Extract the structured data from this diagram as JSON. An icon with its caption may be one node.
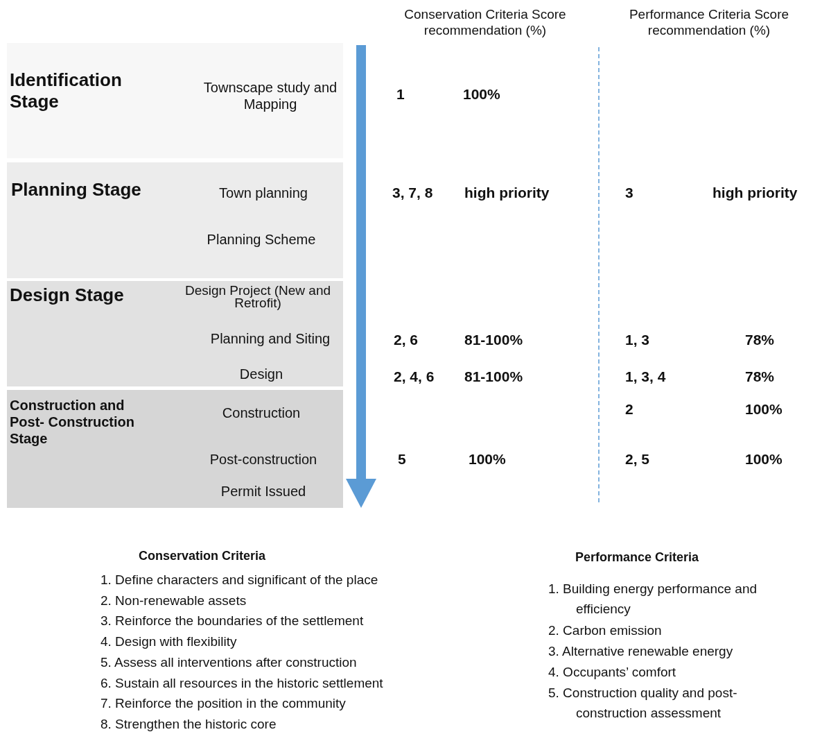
{
  "diagram": {
    "nodes": [
      {
        "text": [
          "Identification Stage",
          "Townscape study and Mapping"
        ]
      },
      {
        "text": [
          "Planning Stage",
          "Town planning",
          "Planning Scheme"
        ]
      },
      {
        "text": [
          "Design Stage",
          "Design Project (New and Retrofit)",
          "Planning and Siting",
          "Design"
        ]
      },
      {
        "text": [
          "Construction and Post- Construction Stage",
          "Construction",
          "Post-construction",
          "Permit Issued"
        ]
      }
    ],
    "labels": [
      "Conservation Criteria Score recommendation (%)",
      "Performance Criteria Score recommendation (%)",
      "1",
      "100%",
      "3, 7, 8",
      "high priority",
      "3",
      "high priority",
      "2, 6",
      "81-100%",
      "1, 3",
      "78%",
      "2, 4, 6",
      "81-100%",
      "1, 3, 4",
      "78%",
      "2",
      "100%",
      "5",
      "100%",
      "2, 5",
      "100%",
      "Conservation Criteria",
      "1. Define characters and significant of the place",
      "2. Non-renewable assets",
      "3. Reinforce the boundaries of the settlement",
      "4. Design with flexibility",
      "5. Assess all interventions after construction",
      "6. Sustain all resources in the historic settlement",
      "7. Reinforce the position in the community",
      "8. Strengthen the historic core",
      "Performance Criteria",
      "1. Building energy performance and efficiency",
      "2. Carbon emission",
      "3. Alternative renewable energy",
      "4. Occupants’ comfort",
      "5. Construction quality and post-construction assessment"
    ]
  }
}
